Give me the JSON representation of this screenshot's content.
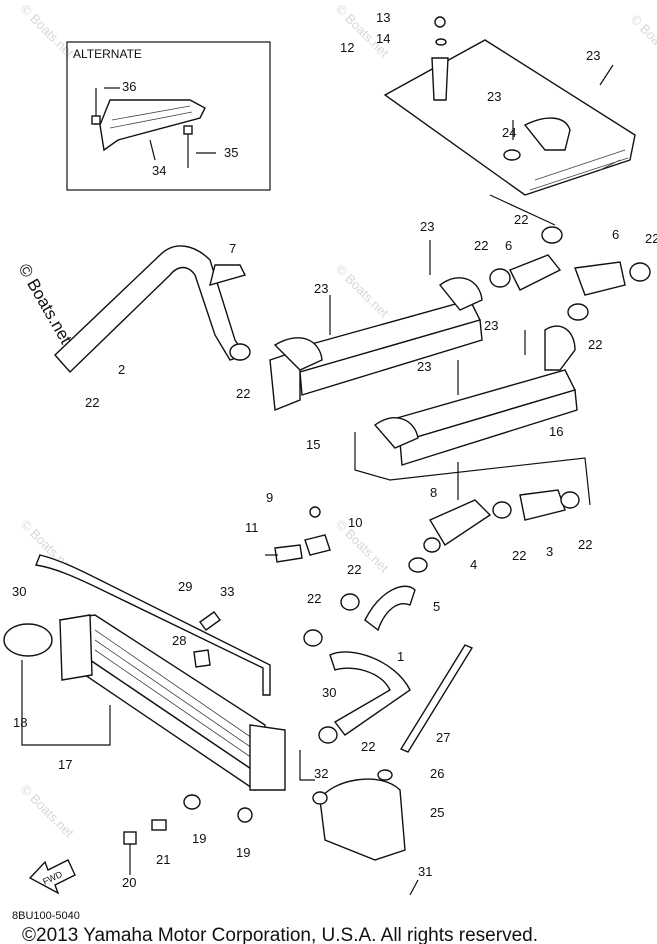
{
  "diagram": {
    "alternate_label": "ALTERNATE",
    "part_code": "8BU100-5040",
    "copyright": "©2013 Yamaha Motor Corporation, U.S.A. All rights reserved.",
    "watermark": "© Boats.net",
    "fwd_label": "FWD",
    "callouts": [
      "13",
      "14",
      "12",
      "23",
      "23",
      "24",
      "22",
      "36",
      "35",
      "34",
      "7",
      "23",
      "22",
      "6",
      "6",
      "22",
      "2",
      "22",
      "22",
      "23",
      "23",
      "22",
      "23",
      "15",
      "16",
      "8",
      "9",
      "10",
      "11",
      "4",
      "22",
      "3",
      "22",
      "30",
      "29",
      "33",
      "22",
      "22",
      "5",
      "28",
      "1",
      "18",
      "30",
      "22",
      "27",
      "17",
      "32",
      "26",
      "25",
      "19",
      "19",
      "21",
      "20",
      "31"
    ]
  }
}
